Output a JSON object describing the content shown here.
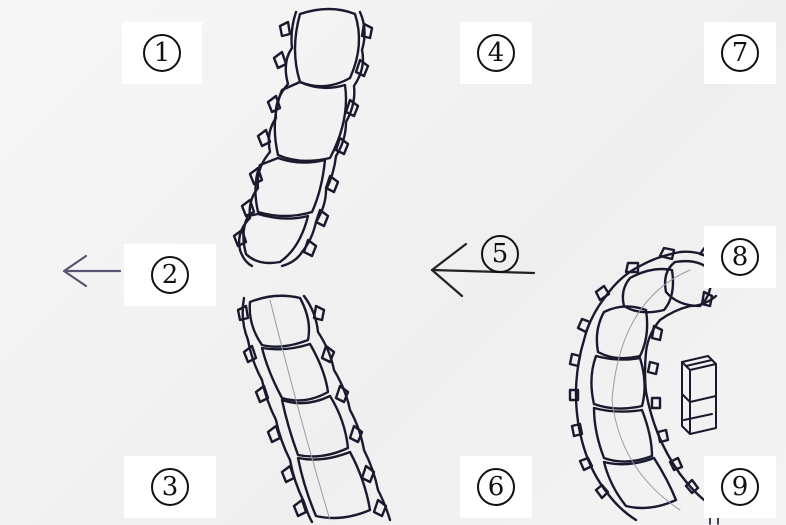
{
  "labels": [
    "1",
    "2",
    "3",
    "4",
    "5",
    "6",
    "7",
    "8",
    "9"
  ],
  "colors": {
    "ink": "#1a1a2e",
    "arrow_left": "#5a5470",
    "arrow_mid": "#222222"
  }
}
